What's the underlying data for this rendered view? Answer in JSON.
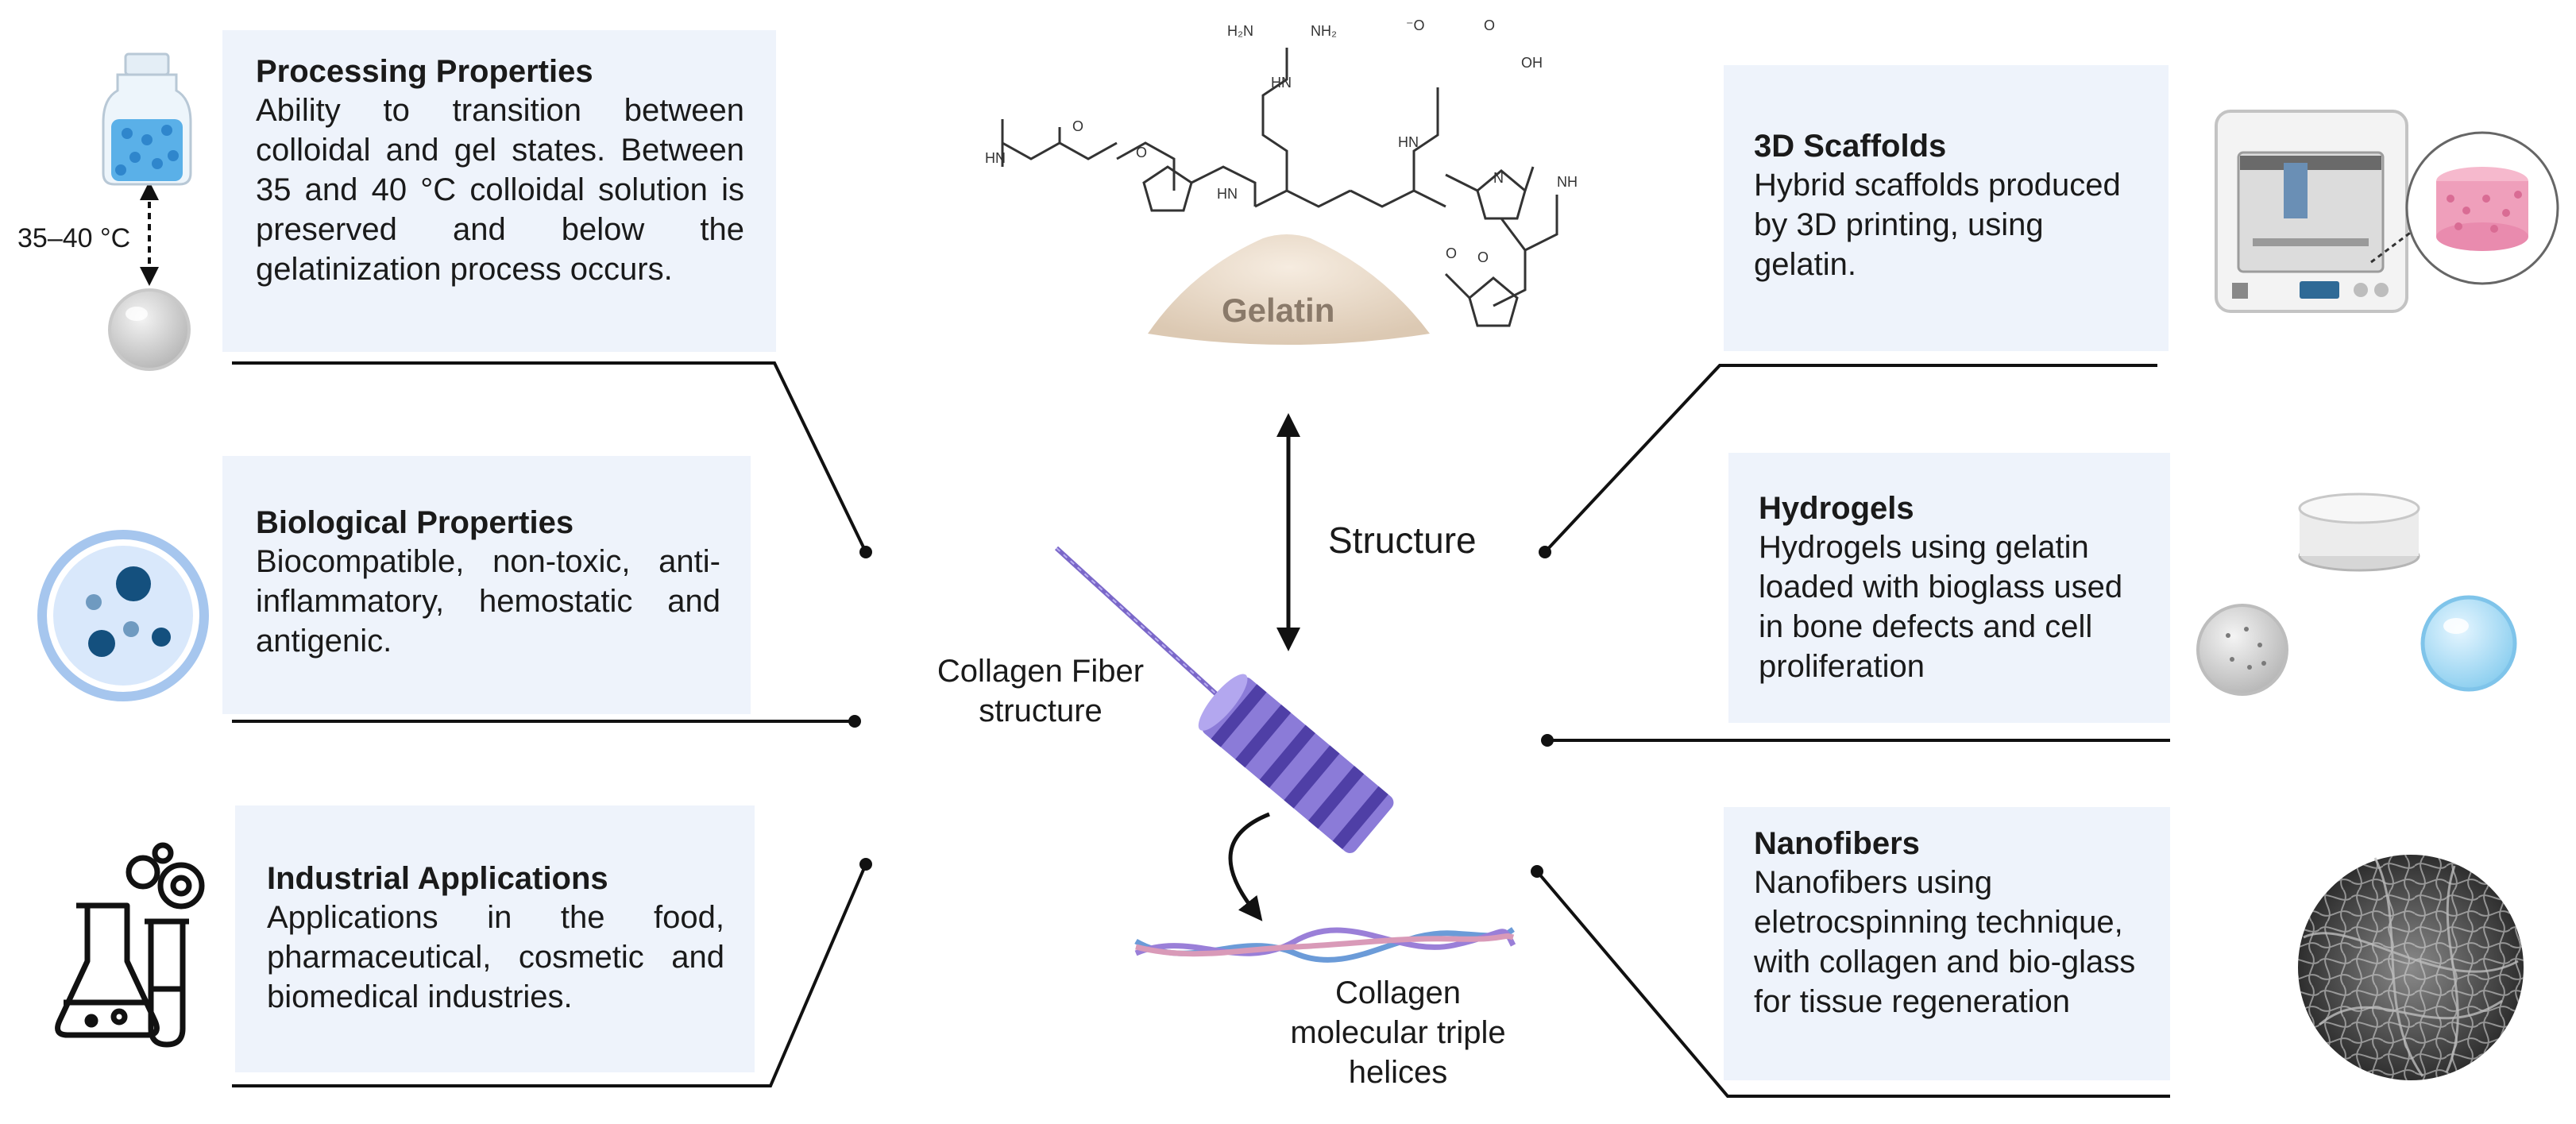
{
  "left_panels": {
    "processing": {
      "title": "Processing Properties",
      "text": "Ability to transition between colloidal and gel states. Between 35 and 40 °C colloidal solution is preserved and below the gelatinization process occurs."
    },
    "biological": {
      "title": "Biological Properties",
      "text": "Biocompatible, non-toxic, anti-inflammatory, hemostatic and antigenic."
    },
    "industrial": {
      "title": "Industrial Applications",
      "text": "Applications in the food, pharmaceutical, cosmetic and biomedical industries."
    }
  },
  "right_panels": {
    "scaffolds": {
      "title": "3D Scaffolds",
      "text": "Hybrid scaffolds produced by 3D printing, using gelatin."
    },
    "hydrogels": {
      "title": "Hydrogels",
      "text": "Hydrogels using gelatin loaded with bioglass used in bone defects and cell proliferation"
    },
    "nanofibers": {
      "title": "Nanofibers",
      "text": "Nanofibers using eletrocspinning technique, with collagen and bio-glass for tissue regeneration"
    }
  },
  "center": {
    "gelatin_label": "Gelatin",
    "structure_label": "Structure",
    "collagen_fiber_label": "Collagen Fiber structure",
    "triple_helix_label": "Collagen molecular triple helices"
  },
  "temperature_label": "35–40 °C",
  "icons": {
    "vial": "vial-icon",
    "droplet": "droplet-icon",
    "cell": "cell-dish-icon",
    "lab": "lab-flask-icon",
    "printer": "3d-printer-icon",
    "hydrogel": "hydrogel-icon",
    "nanofiber": "nanofiber-mesh-icon"
  },
  "colors": {
    "panel_bg": "#eef3fb",
    "accent_purple": "#7b68c9"
  }
}
